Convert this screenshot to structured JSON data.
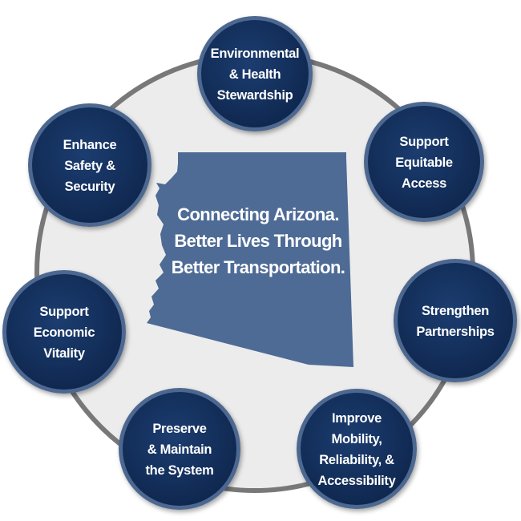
{
  "center": {
    "lines": [
      "Connecting Arizona.",
      "Better Lives Through",
      "Better Transportation."
    ]
  },
  "nodes": [
    {
      "id": "environmental-health-stewardship",
      "lines": [
        "Environmental",
        "& Health",
        "Stewardship"
      ]
    },
    {
      "id": "support-equitable-access",
      "lines": [
        "Support",
        "Equitable",
        "Access"
      ]
    },
    {
      "id": "strengthen-partnerships",
      "lines": [
        "Strengthen",
        "Partnerships"
      ]
    },
    {
      "id": "improve-mobility",
      "lines": [
        "Improve",
        "Mobility,",
        "Reliability, &",
        "Accessibility"
      ]
    },
    {
      "id": "preserve-maintain",
      "lines": [
        "Preserve",
        "& Maintain",
        "the System"
      ]
    },
    {
      "id": "support-economic-vitality",
      "lines": [
        "Support",
        "Economic",
        "Vitality"
      ]
    },
    {
      "id": "enhance-safety-security",
      "lines": [
        "Enhance",
        "Safety &",
        "Security"
      ]
    }
  ],
  "colors": {
    "node_fill": "#14305d",
    "node_ring": "#4d6890",
    "state_fill": "#4e6b96",
    "ring_fill": "#ececec",
    "ring_stroke": "#787878",
    "text": "#ffffff"
  }
}
